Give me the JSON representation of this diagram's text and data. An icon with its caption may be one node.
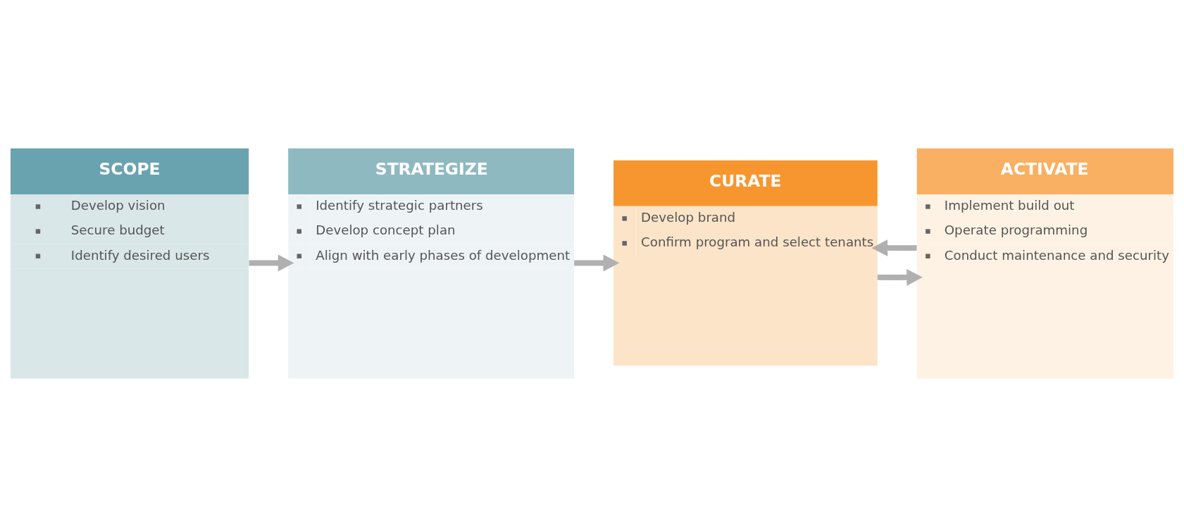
{
  "diagram": {
    "nodes": [
      {
        "text": [
          "SCOPE",
          "Develop vision",
          "Secure budget",
          "Identify desired users"
        ]
      },
      {
        "text": [
          "STRATEGIZE",
          "Identify strategic partners",
          "Develop concept plan",
          "Align with early phases of development"
        ]
      },
      {
        "text": [
          "CURATE",
          "Develop brand",
          "Confirm program and select tenants"
        ]
      },
      {
        "text": [
          "ACTIVATE",
          "Implement build out",
          "Operate programming",
          "Conduct maintenance and security"
        ]
      }
    ],
    "edges": [
      {
        "from": 0,
        "to": 1,
        "arrow": "to"
      },
      {
        "from": 1,
        "to": 2,
        "arrow": "to"
      },
      {
        "from": 2,
        "to": 3,
        "arrow": "to"
      },
      {
        "from": 3,
        "to": 2,
        "arrow": "to"
      }
    ]
  }
}
